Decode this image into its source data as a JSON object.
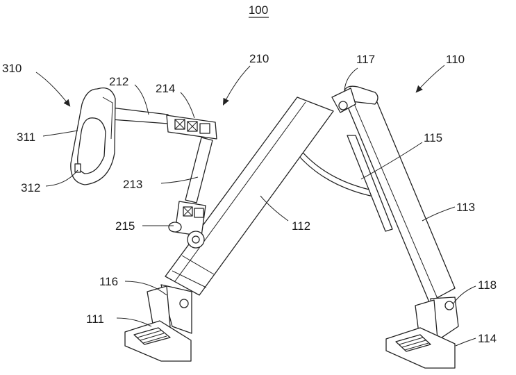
{
  "figure": {
    "title": "100",
    "labels": [
      {
        "key": "310",
        "text": "310"
      },
      {
        "key": "311",
        "text": "311"
      },
      {
        "key": "312",
        "text": "312"
      },
      {
        "key": "212",
        "text": "212"
      },
      {
        "key": "214",
        "text": "214"
      },
      {
        "key": "210",
        "text": "210"
      },
      {
        "key": "213",
        "text": "213"
      },
      {
        "key": "215",
        "text": "215"
      },
      {
        "key": "117",
        "text": "117"
      },
      {
        "key": "110",
        "text": "110"
      },
      {
        "key": "115",
        "text": "115"
      },
      {
        "key": "113",
        "text": "113"
      },
      {
        "key": "112",
        "text": "112"
      },
      {
        "key": "116",
        "text": "116"
      },
      {
        "key": "111",
        "text": "111"
      },
      {
        "key": "118",
        "text": "118"
      },
      {
        "key": "114",
        "text": "114"
      }
    ]
  }
}
